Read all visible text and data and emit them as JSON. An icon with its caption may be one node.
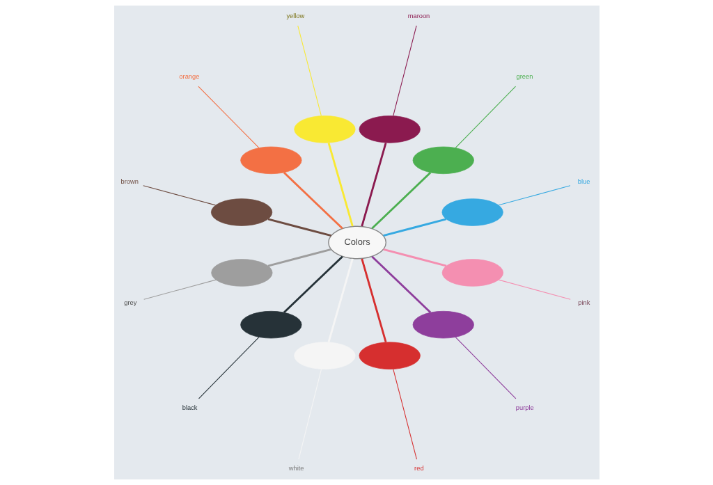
{
  "diagram": {
    "nodes": [
      {
        "text": [
          "Colors"
        ]
      },
      {
        "text": [],
        "shape": "cloud"
      },
      {
        "text": [
          "blue"
        ]
      },
      {
        "text": [],
        "shape": "cloud"
      },
      {
        "text": [
          "green"
        ]
      },
      {
        "text": [],
        "shape": "cloud"
      },
      {
        "text": [
          "maroon"
        ]
      },
      {
        "text": [],
        "shape": "cloud"
      },
      {
        "text": [
          "yellow"
        ]
      },
      {
        "text": [],
        "shape": "cloud"
      },
      {
        "text": [
          "orange"
        ]
      },
      {
        "text": [],
        "shape": "cloud"
      },
      {
        "text": [
          "brown"
        ]
      },
      {
        "text": [],
        "shape": "cloud"
      },
      {
        "text": [
          "grey"
        ]
      },
      {
        "text": [],
        "shape": "cloud"
      },
      {
        "text": [
          "black"
        ]
      },
      {
        "text": [],
        "shape": "cloud"
      },
      {
        "text": [
          "white"
        ]
      },
      {
        "text": [],
        "shape": "cloud"
      },
      {
        "text": [
          "red"
        ]
      },
      {
        "text": [],
        "shape": "cloud"
      },
      {
        "text": [
          "purple"
        ]
      },
      {
        "text": [],
        "shape": "cloud"
      },
      {
        "text": [
          "pink"
        ]
      }
    ],
    "edges": [
      {
        "from": 0,
        "to": 1,
        "arrow": "none",
        "style": "thick",
        "color": "#36a9e1"
      },
      {
        "from": 1,
        "to": 2,
        "arrow": "none",
        "color": "#36a9e1"
      },
      {
        "from": 0,
        "to": 3,
        "arrow": "none",
        "style": "thick",
        "color": "#4caf50"
      },
      {
        "from": 3,
        "to": 4,
        "arrow": "none",
        "color": "#4caf50"
      },
      {
        "from": 0,
        "to": 5,
        "arrow": "none",
        "style": "thick",
        "color": "#8b1a4f"
      },
      {
        "from": 5,
        "to": 6,
        "arrow": "none",
        "color": "#8b1a4f"
      },
      {
        "from": 0,
        "to": 7,
        "arrow": "none",
        "style": "thick",
        "color": "#f9e933"
      },
      {
        "from": 7,
        "to": 8,
        "arrow": "none",
        "color": "#f9e933"
      },
      {
        "from": 0,
        "to": 9,
        "arrow": "none",
        "style": "thick",
        "color": "#f37044"
      },
      {
        "from": 9,
        "to": 10,
        "arrow": "none",
        "color": "#f37044"
      },
      {
        "from": 0,
        "to": 11,
        "arrow": "none",
        "style": "thick",
        "color": "#6d4c41"
      },
      {
        "from": 11,
        "to": 12,
        "arrow": "none",
        "color": "#6d4c41"
      },
      {
        "from": 0,
        "to": 13,
        "arrow": "none",
        "style": "thick",
        "color": "#9e9e9e"
      },
      {
        "from": 13,
        "to": 14,
        "arrow": "none",
        "color": "#9e9e9e"
      },
      {
        "from": 0,
        "to": 15,
        "arrow": "none",
        "style": "thick",
        "color": "#263238"
      },
      {
        "from": 15,
        "to": 16,
        "arrow": "none",
        "color": "#263238"
      },
      {
        "from": 0,
        "to": 17,
        "arrow": "none",
        "style": "thick",
        "color": "#f5f5f5"
      },
      {
        "from": 17,
        "to": 18,
        "arrow": "none",
        "color": "#f5f5f5"
      },
      {
        "from": 0,
        "to": 19,
        "arrow": "none",
        "style": "thick",
        "color": "#d62f2f"
      },
      {
        "from": 19,
        "to": 20,
        "arrow": "none",
        "color": "#d62f2f"
      },
      {
        "from": 0,
        "to": 21,
        "arrow": "none",
        "style": "thick",
        "color": "#8e3e9c"
      },
      {
        "from": 21,
        "to": 22,
        "arrow": "none",
        "color": "#8e3e9c"
      },
      {
        "from": 0,
        "to": 23,
        "arrow": "none",
        "style": "thick",
        "color": "#f48fb1"
      },
      {
        "from": 23,
        "to": 24,
        "arrow": "none",
        "color": "#f48fb1"
      }
    ]
  }
}
